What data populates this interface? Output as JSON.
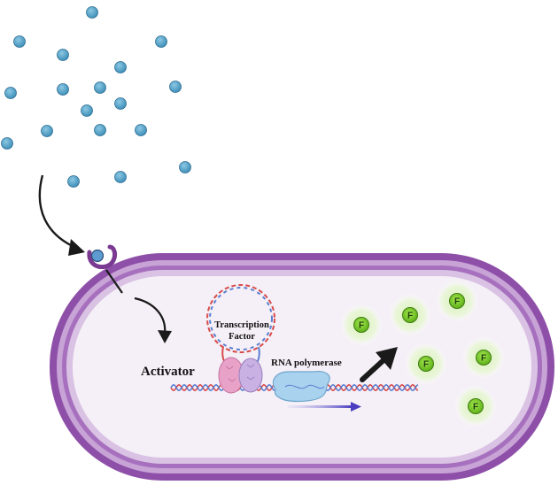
{
  "labels": {
    "transcription_factor_line1": "Transcription",
    "transcription_factor_line2": "Factor",
    "activator": "Activator",
    "rna_polymerase": "RNA polymerase",
    "fluorescent_protein": "F"
  },
  "counts": {
    "signal_molecules": 18,
    "fluorescent_proteins": 6
  },
  "colors": {
    "signal_molecule": "#4a9cc4",
    "membrane_outer": "#8e4fa8",
    "membrane_inner": "#c7a3d6",
    "cytoplasm": "#f5f0f7",
    "receptor": "#7a3a92",
    "activator_pink": "#e8a2c8",
    "activator_lilac": "#c9b1e3",
    "rna_polymerase": "#a8d2ee",
    "dna_red": "#d84b4b",
    "dna_blue": "#5b7fd1",
    "fluorescent_protein": "#7ed321",
    "fluorescent_glow": "#d7f2b3",
    "arrow": "#1a1a1a",
    "transcript_arrow": "#5b4fc2"
  },
  "icons": [
    "receptor-icon",
    "dna-loop-icon",
    "activator-complex-icon",
    "rna-polymerase-icon",
    "fluorescent-protein-icon",
    "signal-molecule-icon"
  ]
}
